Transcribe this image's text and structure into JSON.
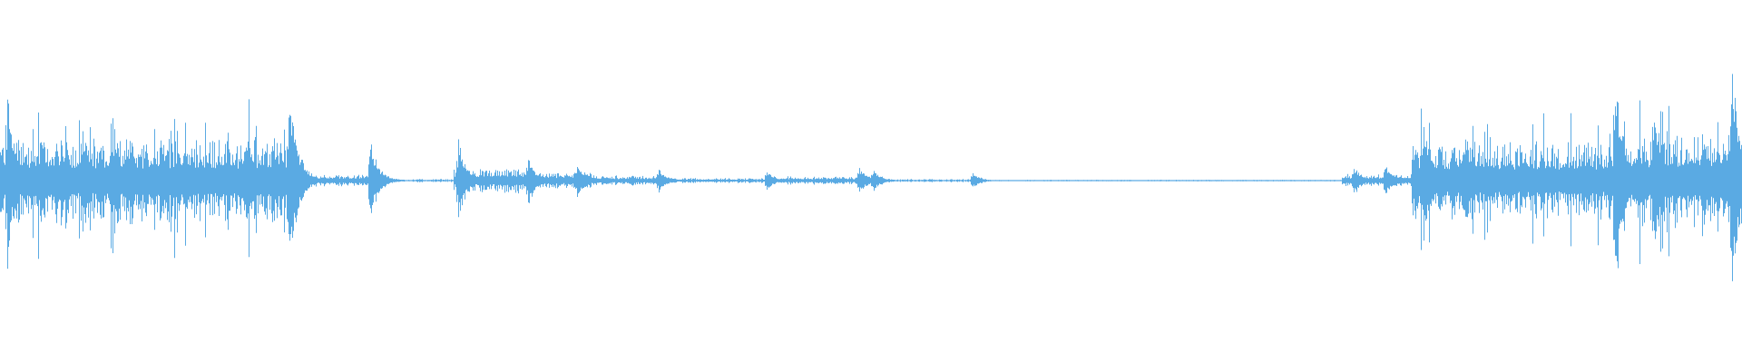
{
  "waveform": {
    "color": "#5aaae3",
    "background": "#ffffff",
    "segments": [
      {
        "start": 0.0,
        "end": 0.165,
        "level": 0.42
      },
      {
        "start": 0.165,
        "end": 0.215,
        "level": 0.06
      },
      {
        "start": 0.215,
        "end": 0.26,
        "level": 0.015
      },
      {
        "start": 0.26,
        "end": 0.3,
        "level": 0.12
      },
      {
        "start": 0.3,
        "end": 0.34,
        "level": 0.08
      },
      {
        "start": 0.34,
        "end": 0.38,
        "level": 0.05
      },
      {
        "start": 0.38,
        "end": 0.45,
        "level": 0.025
      },
      {
        "start": 0.45,
        "end": 0.5,
        "level": 0.04
      },
      {
        "start": 0.5,
        "end": 0.56,
        "level": 0.015
      },
      {
        "start": 0.56,
        "end": 0.77,
        "level": 0.008
      },
      {
        "start": 0.77,
        "end": 0.81,
        "level": 0.06
      },
      {
        "start": 0.81,
        "end": 0.93,
        "level": 0.38
      },
      {
        "start": 0.93,
        "end": 1.0,
        "level": 0.45
      }
    ],
    "peaks": [
      {
        "position": 0.004,
        "level": 0.9
      },
      {
        "position": 0.047,
        "level": 0.55
      },
      {
        "position": 0.074,
        "level": 0.5
      },
      {
        "position": 0.093,
        "level": 0.45
      },
      {
        "position": 0.14,
        "level": 0.45
      },
      {
        "position": 0.166,
        "level": 1.0
      },
      {
        "position": 0.212,
        "level": 0.45
      },
      {
        "position": 0.263,
        "level": 0.4
      },
      {
        "position": 0.303,
        "level": 0.25
      },
      {
        "position": 0.331,
        "level": 0.2
      },
      {
        "position": 0.378,
        "level": 0.12
      },
      {
        "position": 0.44,
        "level": 0.1
      },
      {
        "position": 0.493,
        "level": 0.15
      },
      {
        "position": 0.501,
        "level": 0.12
      },
      {
        "position": 0.558,
        "level": 0.08
      },
      {
        "position": 0.777,
        "level": 0.15
      },
      {
        "position": 0.795,
        "level": 0.18
      },
      {
        "position": 0.817,
        "level": 0.65
      },
      {
        "position": 0.841,
        "level": 0.55
      },
      {
        "position": 0.927,
        "level": 1.3
      },
      {
        "position": 0.949,
        "level": 0.8
      },
      {
        "position": 0.977,
        "level": 0.55
      },
      {
        "position": 0.994,
        "level": 1.2
      }
    ]
  }
}
